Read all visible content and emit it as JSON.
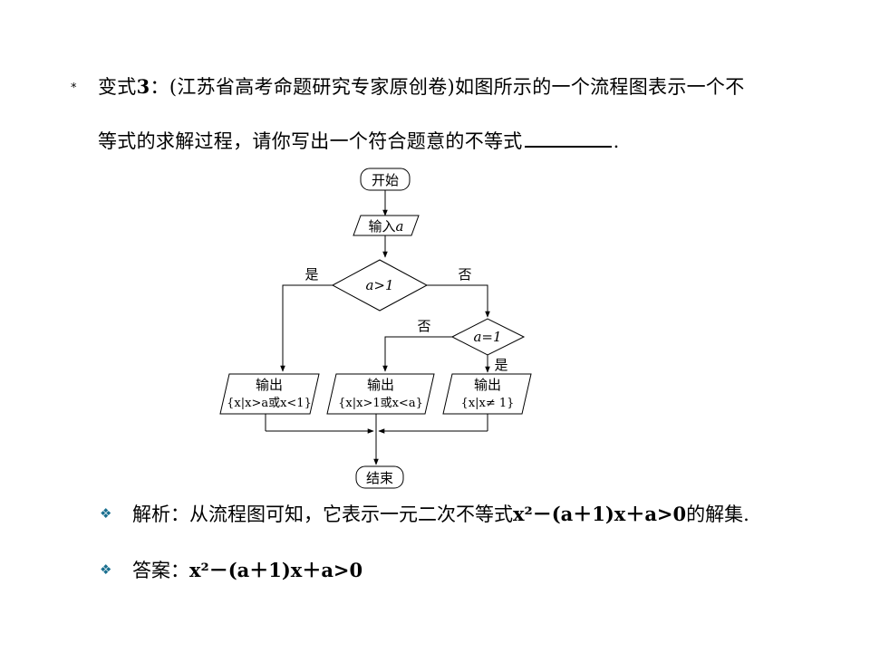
{
  "question": {
    "star": "*",
    "line1_prefix": "变式",
    "line1_number": "3",
    "line1_colon": "：",
    "line1_source": "(江苏省高考命题研究专家原创卷)",
    "line1_rest": "如图所示的一个流程图表示一个不",
    "line2_text": "等式的求解过程，请你写出一个符合题意的不等式",
    "line2_end": "."
  },
  "flowchart": {
    "start": "开始",
    "input_label": "输入",
    "input_var": "a",
    "cond1": "a>1",
    "cond1_yes": "是",
    "cond1_no": "否",
    "cond2": "a=1",
    "cond2_no": "否",
    "cond2_yes": "是",
    "out1_title": "输出",
    "out1_set": "{x|x>a或x<1}",
    "out2_title": "输出",
    "out2_set": "{x|x>1或x<a}",
    "out3_title": "输出",
    "out3_set": "{x|x≠ 1}",
    "end": "结束"
  },
  "analysis": {
    "bullet": "❖",
    "label": "解析：从流程图可知，它表示一元二次不等式",
    "formula": "x²－(a＋1)x＋a>0",
    "suffix": "的解集."
  },
  "answer": {
    "bullet": "❖",
    "label": "答案：",
    "formula": "x²－(a＋1)x＋a>0"
  },
  "colors": {
    "text": "#000000",
    "bullet": "#1a6f8f"
  }
}
